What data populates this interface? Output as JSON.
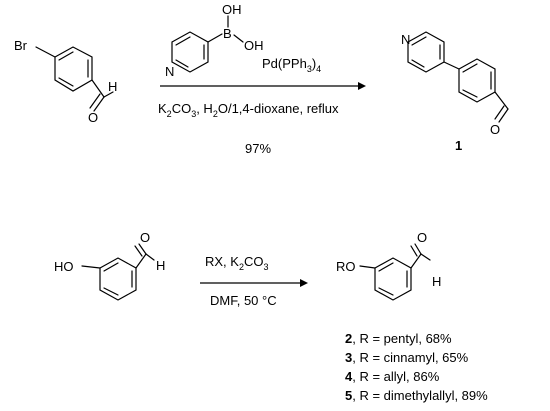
{
  "scheme1": {
    "start_substituent": "Br",
    "aldehyde_h": "H",
    "aldehyde_o": "O",
    "boronic_oh1": "OH",
    "boronic_b": "B",
    "boronic_oh2": "OH",
    "pyridine_n": "N",
    "catalyst": "Pd(PPh3)4",
    "catalyst_main": "Pd(PPh",
    "catalyst_sub": "3",
    "catalyst_close": ")",
    "catalyst_sub2": "4",
    "conditions_pre": "K",
    "conditions_sub1": "2",
    "conditions_mid": "CO",
    "conditions_sub2": "3",
    "conditions_post": ", H",
    "conditions_sub3": "2",
    "conditions_end": "O/1,4-dioxane, reflux",
    "yield": "97%",
    "product_n": "N",
    "product_o": "O",
    "product_label": "1"
  },
  "scheme2": {
    "start_substituent": "HO",
    "aldehyde_h": "H",
    "aldehyde_o": "O",
    "reagent_pre": "RX, K",
    "reagent_sub1": "2",
    "reagent_mid": "CO",
    "reagent_sub2": "3",
    "conditions": "DMF,  50 °C",
    "product_substituent": "RO",
    "product_h": "H",
    "product_o": "O",
    "products": [
      {
        "number": "2",
        "text": ", R = pentyl, 68%"
      },
      {
        "number": "3",
        "text": ", R = cinnamyl, 65%"
      },
      {
        "number": "4",
        "text": ", R = allyl, 86%"
      },
      {
        "number": "5",
        "text": ", R = dimethylallyl, 89%"
      }
    ]
  }
}
